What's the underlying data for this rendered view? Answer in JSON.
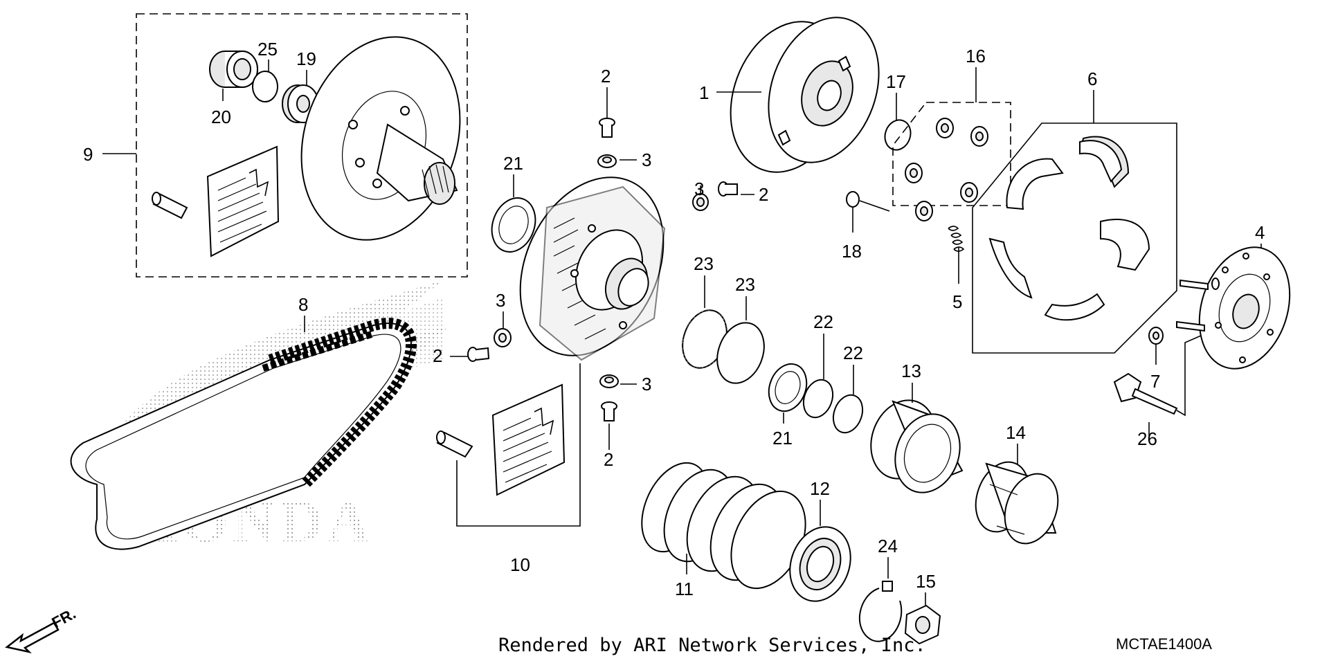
{
  "diagram": {
    "logo_text": "HONDA",
    "direction_label": "FR.",
    "callouts": [
      {
        "id": "c1",
        "label": "1"
      },
      {
        "id": "c2a",
        "label": "2"
      },
      {
        "id": "c2b",
        "label": "2"
      },
      {
        "id": "c2c",
        "label": "2"
      },
      {
        "id": "c2d",
        "label": "2"
      },
      {
        "id": "c3a",
        "label": "3"
      },
      {
        "id": "c3b",
        "label": "3"
      },
      {
        "id": "c3c",
        "label": "3"
      },
      {
        "id": "c3d",
        "label": "3"
      },
      {
        "id": "c4",
        "label": "4"
      },
      {
        "id": "c5",
        "label": "5"
      },
      {
        "id": "c6",
        "label": "6"
      },
      {
        "id": "c7",
        "label": "7"
      },
      {
        "id": "c8",
        "label": "8"
      },
      {
        "id": "c9",
        "label": "9"
      },
      {
        "id": "c10",
        "label": "10"
      },
      {
        "id": "c11",
        "label": "11"
      },
      {
        "id": "c12",
        "label": "12"
      },
      {
        "id": "c13",
        "label": "13"
      },
      {
        "id": "c14",
        "label": "14"
      },
      {
        "id": "c15",
        "label": "15"
      },
      {
        "id": "c16",
        "label": "16"
      },
      {
        "id": "c17",
        "label": "17"
      },
      {
        "id": "c18",
        "label": "18"
      },
      {
        "id": "c19",
        "label": "19"
      },
      {
        "id": "c20",
        "label": "20"
      },
      {
        "id": "c21a",
        "label": "21"
      },
      {
        "id": "c21b",
        "label": "21"
      },
      {
        "id": "c22a",
        "label": "22"
      },
      {
        "id": "c22b",
        "label": "22"
      },
      {
        "id": "c23a",
        "label": "23"
      },
      {
        "id": "c23b",
        "label": "23"
      },
      {
        "id": "c24",
        "label": "24"
      },
      {
        "id": "c25",
        "label": "25"
      },
      {
        "id": "c26",
        "label": "26"
      }
    ]
  },
  "footer": {
    "credit": "Rendered by ARI Network Services, Inc.",
    "diagram_code": "MCTAE1400A"
  }
}
